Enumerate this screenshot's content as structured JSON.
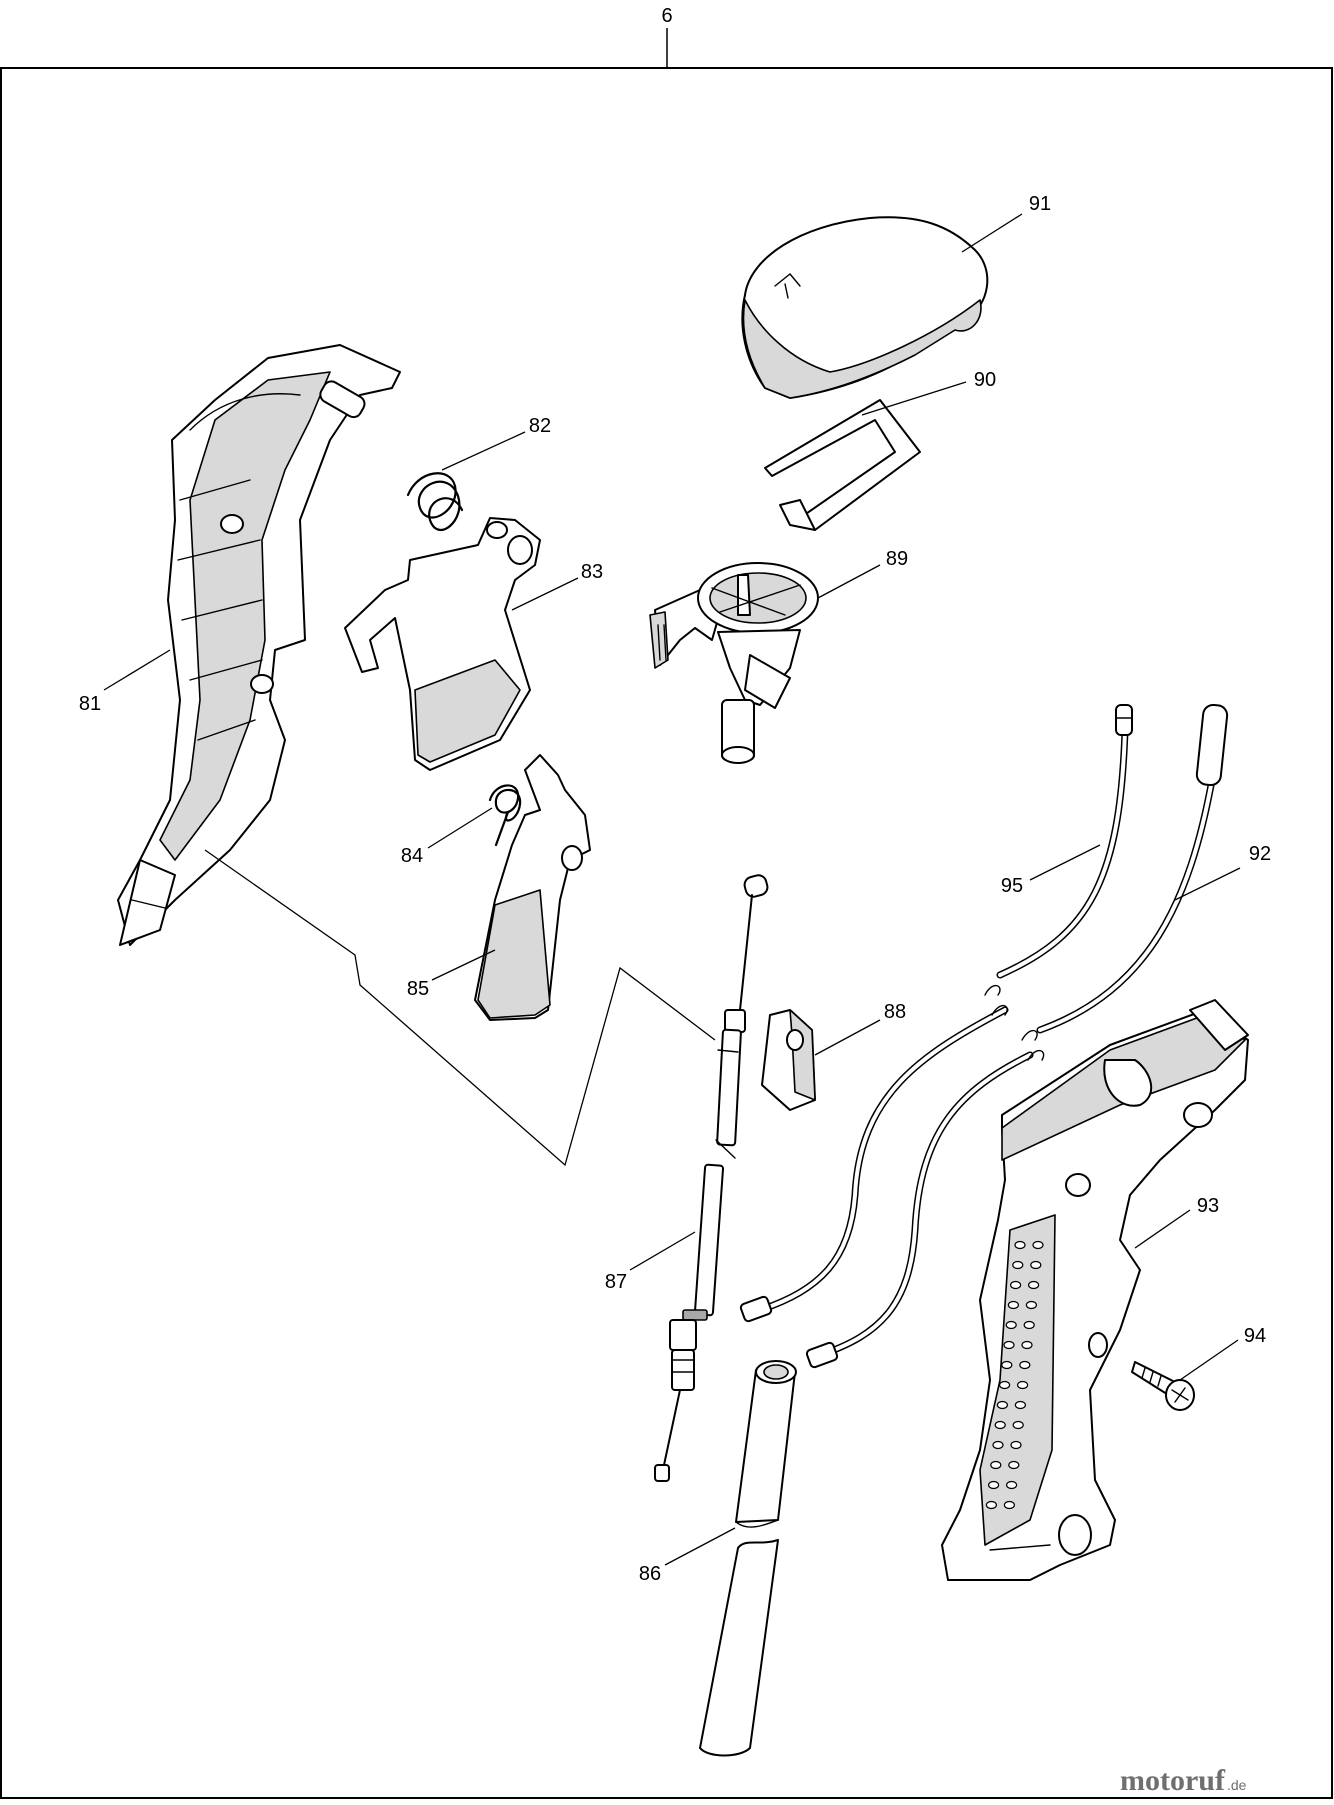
{
  "assembly": {
    "label": "6"
  },
  "callouts": [
    {
      "id": "81",
      "label": "81"
    },
    {
      "id": "82",
      "label": "82"
    },
    {
      "id": "83",
      "label": "83"
    },
    {
      "id": "84",
      "label": "84"
    },
    {
      "id": "85",
      "label": "85"
    },
    {
      "id": "86",
      "label": "86"
    },
    {
      "id": "87",
      "label": "87"
    },
    {
      "id": "88",
      "label": "88"
    },
    {
      "id": "89",
      "label": "89"
    },
    {
      "id": "90",
      "label": "90"
    },
    {
      "id": "91",
      "label": "91"
    },
    {
      "id": "92",
      "label": "92"
    },
    {
      "id": "93",
      "label": "93"
    },
    {
      "id": "94",
      "label": "94"
    },
    {
      "id": "95",
      "label": "95"
    }
  ],
  "watermark": {
    "text": "motoruf",
    "suffix": ".de"
  },
  "colors": {
    "line": "#000000",
    "paper": "#ffffff",
    "shade": "#d9d9d9"
  }
}
